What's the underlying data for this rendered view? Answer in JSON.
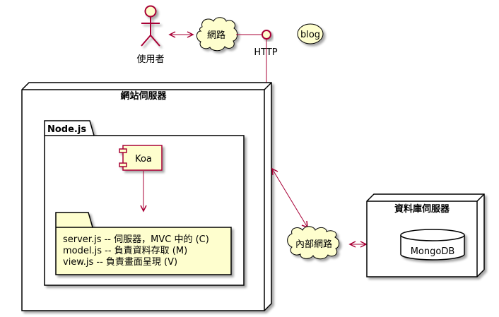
{
  "diagram": {
    "type": "deployment",
    "colors": {
      "stroke_accent": "#A80036",
      "fill_element": "#FEFECE",
      "arrow": "#A80036",
      "node_fill": "#FFFFFF",
      "node_stroke": "#000000"
    },
    "actor": {
      "label": "使用者"
    },
    "cloud_network": {
      "label": "網路"
    },
    "interface_http": {
      "label": "HTTP"
    },
    "usecase_blog": {
      "label": "blog"
    },
    "node_web": {
      "label": "網站伺服器"
    },
    "package_node": {
      "label": "Node.js"
    },
    "component_koa": {
      "label": "Koa"
    },
    "folder_files": {
      "lines": [
        "server.js -- 伺服器，MVC 中的 (C)",
        "model.js -- 負責資料存取 (M)",
        "view.js -- 負責畫面呈現 (V)"
      ]
    },
    "cloud_internal": {
      "label": "內部網路"
    },
    "node_db": {
      "label": "資料庫伺服器"
    },
    "database_mongo": {
      "label": "MongoDB"
    }
  }
}
